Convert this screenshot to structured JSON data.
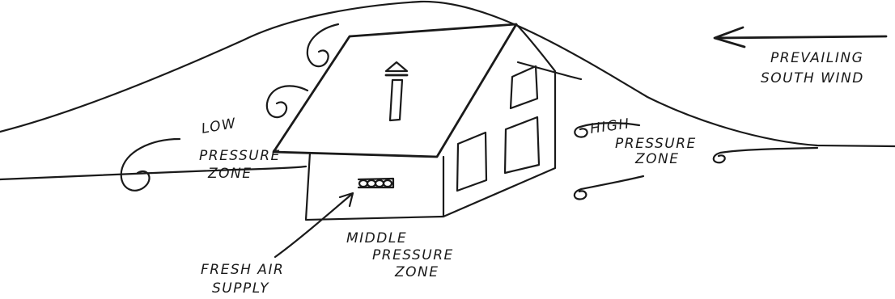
{
  "labels": {
    "wind_line1": "PREVAILING",
    "wind_line2": "SOUTH WIND",
    "high_line1": "HIGH",
    "high_line2": "PRESSURE",
    "high_line3": "ZONE",
    "low_line1": "LOW",
    "low_line2": "PRESSURE",
    "low_line3": "ZONE",
    "middle_line1": "MIDDLE",
    "middle_line2": "PRESSURE",
    "middle_line3": "ZONE",
    "fresh_line1": "FRESH AIR",
    "fresh_line2": "SUPPLY"
  },
  "colors": {
    "ink": "#1a1a1a",
    "background": "#ffffff"
  }
}
